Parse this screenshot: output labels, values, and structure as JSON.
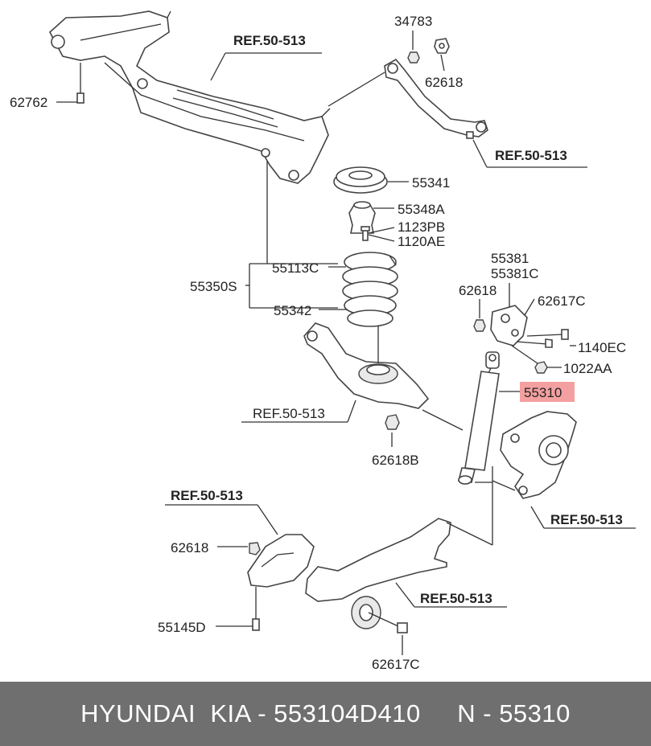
{
  "labels": {
    "ref_top": "REF.50-513",
    "p34783": "34783",
    "p62618_a": "62618",
    "p62762": "62762",
    "ref_arm": "REF.50-513",
    "p55341": "55341",
    "p55348A": "55348A",
    "p1123PB": "1123PB",
    "p1120AE": "1120AE",
    "p55113C": "55113C",
    "p55350S": "55350S",
    "p55342": "55342",
    "p55381": "55381",
    "p55381C": "55381C",
    "p62618_b": "62618",
    "p62617C_a": "62617C",
    "p1140EC": "1140EC",
    "p1022AA": "1022AA",
    "p55310": "55310",
    "ref_lower": "REF.50-513",
    "p62618B": "62618B",
    "ref_knuckle": "REF.50-513",
    "ref_bracket": "REF.50-513",
    "p62618_c": "62618",
    "p55145D": "55145D",
    "ref_trailing": "REF.50-513",
    "p62617C_b": "62617C"
  },
  "highlight_color": "#f4a0a0",
  "footer": {
    "text": "HYUNDAI  KIA - 553104D410     N - 55310"
  }
}
